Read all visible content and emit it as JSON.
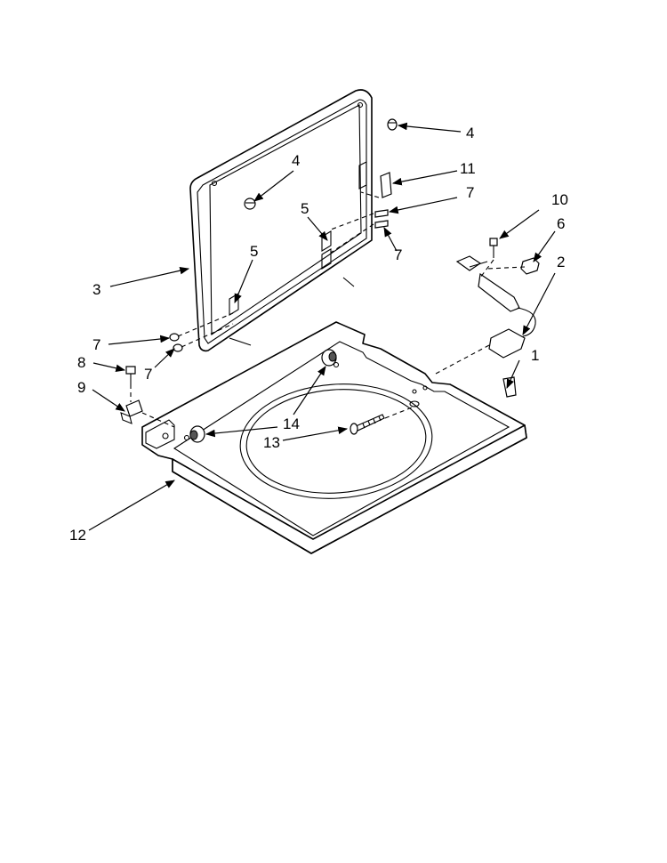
{
  "figure": {
    "callouts": [
      {
        "id": "c1",
        "text": "1"
      },
      {
        "id": "c2",
        "text": "2"
      },
      {
        "id": "c3",
        "text": "3"
      },
      {
        "id": "c4a",
        "text": "4"
      },
      {
        "id": "c4b",
        "text": "4"
      },
      {
        "id": "c5a",
        "text": "5"
      },
      {
        "id": "c5b",
        "text": "5"
      },
      {
        "id": "c6",
        "text": "6"
      },
      {
        "id": "c7a",
        "text": "7"
      },
      {
        "id": "c7b",
        "text": "7"
      },
      {
        "id": "c7c",
        "text": "7"
      },
      {
        "id": "c7d",
        "text": "7"
      },
      {
        "id": "c8",
        "text": "8"
      },
      {
        "id": "c9",
        "text": "9"
      },
      {
        "id": "c10",
        "text": "10"
      },
      {
        "id": "c11",
        "text": "11"
      },
      {
        "id": "c12",
        "text": "12"
      },
      {
        "id": "c13",
        "text": "13"
      },
      {
        "id": "c14",
        "text": "14"
      }
    ]
  }
}
